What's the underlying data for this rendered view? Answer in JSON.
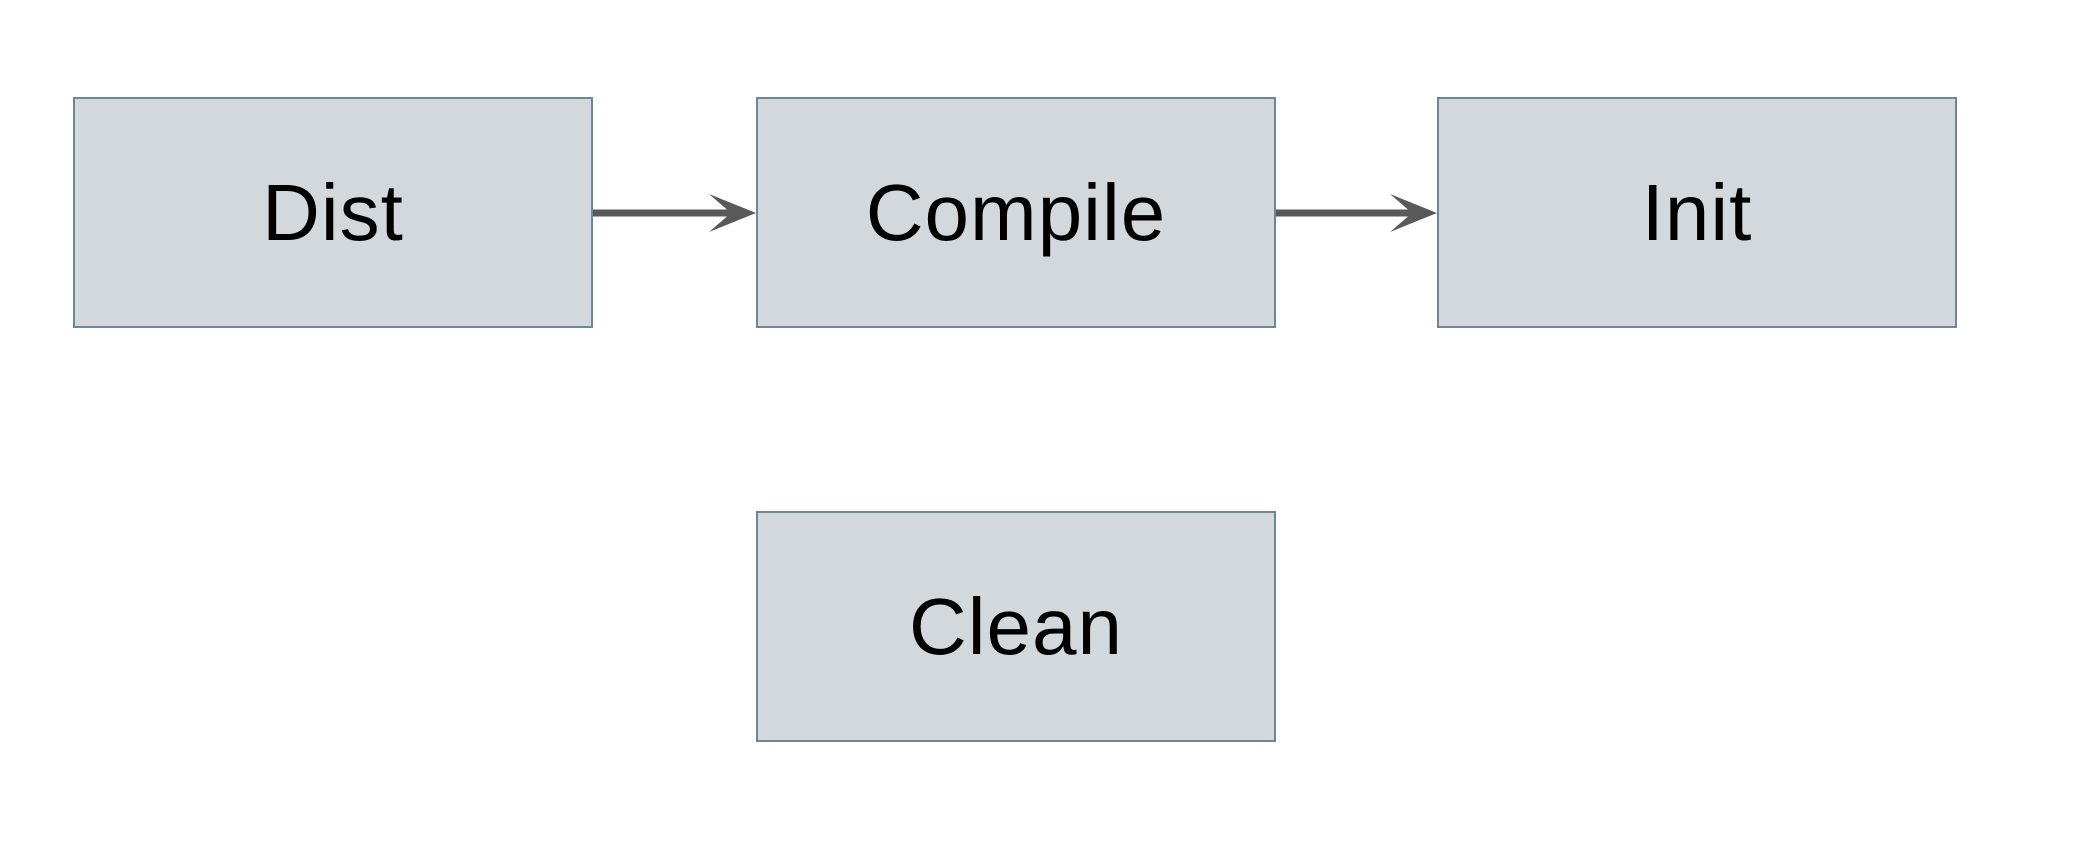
{
  "diagram": {
    "type": "flowchart",
    "colors": {
      "background": "#ffffff",
      "node_fill": "#d2d8db",
      "node_border": "#6e8796",
      "arrow_color": "#595959",
      "text_color": "#000000"
    },
    "nodes": [
      {
        "id": "dist",
        "label": "Dist"
      },
      {
        "id": "compile",
        "label": "Compile"
      },
      {
        "id": "init",
        "label": "Init"
      },
      {
        "id": "clean",
        "label": "Clean"
      }
    ],
    "edges": [
      {
        "from": "dist",
        "to": "compile",
        "direction": "right"
      },
      {
        "from": "compile",
        "to": "init",
        "direction": "right"
      }
    ]
  }
}
